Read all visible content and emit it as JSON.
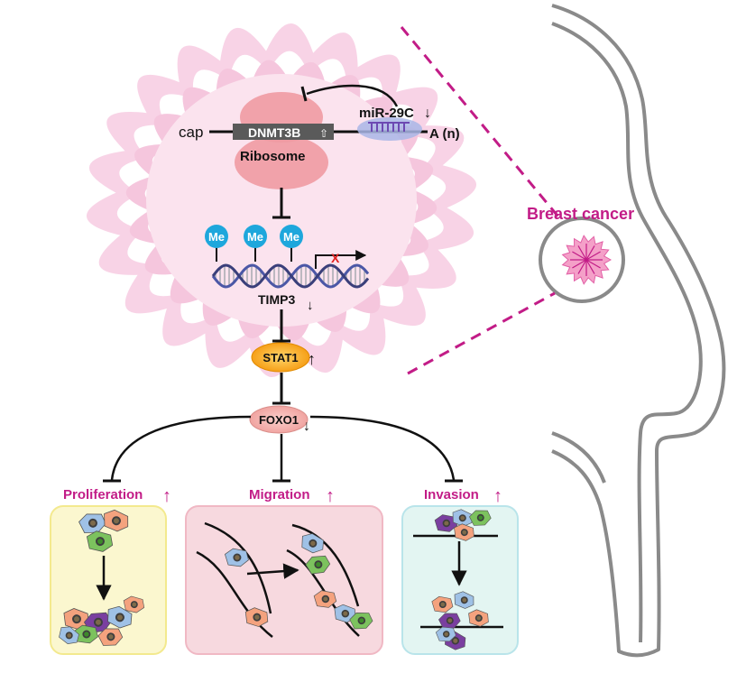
{
  "mrna": {
    "cap": "cap",
    "gene": "DNMT3B",
    "gene_arrow": "⇧",
    "polyA": "A (n)",
    "ribosome": "Ribosome",
    "mirna": "miR-29C",
    "mirna_arrow": "↓"
  },
  "dna": {
    "methyl": [
      "Me",
      "Me",
      "Me"
    ],
    "gene": "TIMP3",
    "gene_arrow": "↓",
    "blocked": "X"
  },
  "stat1": {
    "label": "STAT1",
    "arrow": "↑"
  },
  "foxo1": {
    "label": "FOXO1",
    "arrow": "↓"
  },
  "breast_cancer": {
    "label": "Breast cancer"
  },
  "outcomes": [
    {
      "label": "Proliferation",
      "arrow": "↑"
    },
    {
      "label": "Migration",
      "arrow": "↑"
    },
    {
      "label": "Invasion",
      "arrow": "↑"
    }
  ],
  "colors": {
    "magenta": "#c21c87",
    "petal_pink": "#f5c9e0",
    "ribosome": "#ef9aa2",
    "methyl_blue": "#1ea7dc",
    "stat1_orange": "#f6a11d",
    "foxo1_pink": "#f2a7a6",
    "box_yellow": "#fbf7cf",
    "box_pink": "#f7d9df",
    "box_cyan": "#e3f5f2",
    "silhouette": "#888888"
  }
}
